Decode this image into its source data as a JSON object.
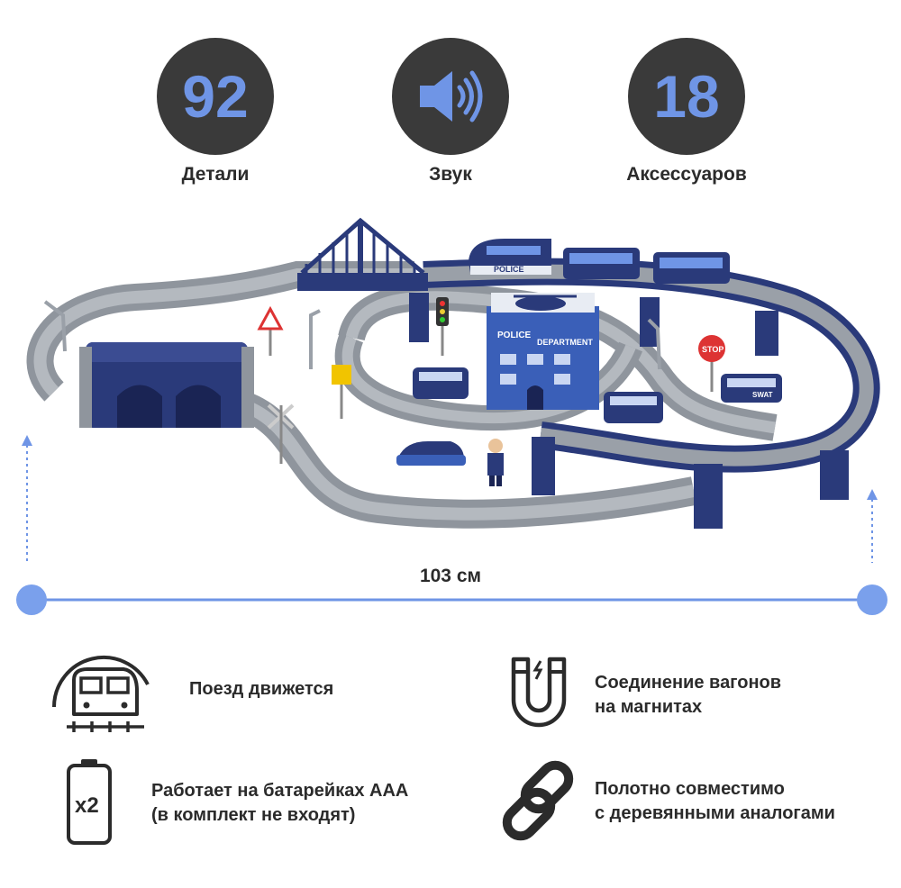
{
  "stats": {
    "parts": {
      "value": "92",
      "label": "Детали"
    },
    "sound": {
      "label": "Звук",
      "icon": "speaker-sound-icon"
    },
    "accessories": {
      "value": "18",
      "label": "Аксессуаров"
    }
  },
  "dimension": {
    "label": "103 см"
  },
  "scene": {
    "building_sign_top": "POLICE",
    "building_sign_bottom": "DEPARTMENT",
    "stop_sign": "STOP",
    "train_label": "POLICE",
    "car_label": "SWAT"
  },
  "features": [
    {
      "line1": "Поезд движется",
      "line2": "",
      "icon": "train-icon"
    },
    {
      "line1": "Соединение вагонов",
      "line2": "на магнитах",
      "icon": "magnet-icon"
    },
    {
      "line1": "Работает на батарейках ААА",
      "line2": "(в комплект не входят)",
      "icon": "battery-icon",
      "icon_text": "x2"
    },
    {
      "line1": "Полотно совместимо",
      "line2": "с деревянными аналогами",
      "icon": "chain-link-icon"
    }
  ],
  "colors": {
    "accent_blue": "#6f95e6",
    "dark_circle": "#3a3a3a",
    "navy": "#2a3a7a",
    "track_gray": "#9aa0a8"
  }
}
